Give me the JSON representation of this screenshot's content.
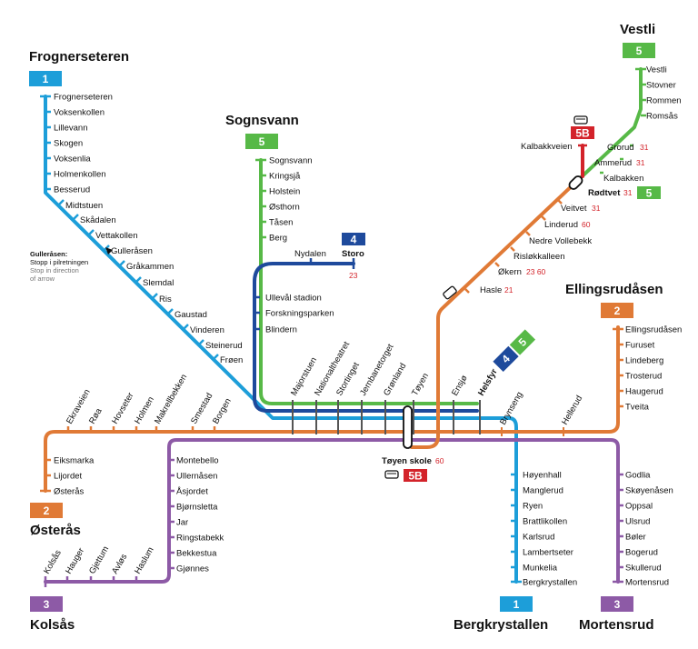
{
  "colors": {
    "line1": "#1d9ed9",
    "line2": "#e07a36",
    "line3": "#8d5aa6",
    "line4": "#1e4a9c",
    "line5": "#57b947",
    "bus": "#d3232a"
  },
  "terminals": {
    "frognerseteren": "Frognerseteren",
    "sognsvann": "Sognsvann",
    "vestli": "Vestli",
    "ellingsrudasen": "Ellingsrudåsen",
    "osteras": "Østerås",
    "kolsas": "Kolsås",
    "bergkrystallen": "Bergkrystallen",
    "mortensrud": "Mortensrud"
  },
  "line_labels": {
    "l1": "1",
    "l2": "2",
    "l3": "3",
    "l4": "4",
    "l5": "5",
    "bus5b": "5B"
  },
  "note": {
    "line1": "Gulleråsen:",
    "line2": "Stopp i pilretningen",
    "line3": "Stop in direction",
    "line4": "of arrow"
  },
  "line1_stations": [
    "Frognerseteren",
    "Voksenkollen",
    "Lillevann",
    "Skogen",
    "Voksenlia",
    "Holmenkollen",
    "Besserud",
    "Midtstuen",
    "Skådalen",
    "Vettakollen",
    "Gulleråsen",
    "Gråkammen",
    "Slemdal",
    "Ris",
    "Gaustad",
    "Vinderen",
    "Steinerud",
    "Frøen"
  ],
  "line5_stations": [
    "Sognsvann",
    "Kringsjå",
    "Holstein",
    "Østhorn",
    "Tåsen",
    "Berg"
  ],
  "line4_branch": {
    "nydalen": "Nydalen",
    "storo": "Storo",
    "storo_bus": "23"
  },
  "common_west": [
    "Ullevål stadion",
    "Forskningsparken",
    "Blindern"
  ],
  "vestli_stations": [
    "Vestli",
    "Stovner",
    "Rommen",
    "Romsås"
  ],
  "east_stations": [
    {
      "name": "Grorud",
      "bus": "31"
    },
    {
      "name": "Ammerud",
      "bus": "31"
    },
    {
      "name": "Kalbakken",
      "bus": ""
    },
    {
      "name": "Rødtvet",
      "bus": "31"
    },
    {
      "name": "Veitvet",
      "bus": "31"
    },
    {
      "name": "Linderud",
      "bus": "60"
    },
    {
      "name": "Nedre Vollebekk",
      "bus": ""
    },
    {
      "name": "Risløkkalleen",
      "bus": ""
    },
    {
      "name": "Økern",
      "bus": "23 60"
    },
    {
      "name": "Hasle",
      "bus": "21"
    }
  ],
  "kalbakkveien": "Kalbakkveien",
  "ellingsrud_stations": [
    "Ellingsrudåsen",
    "Furuset",
    "Lindeberg",
    "Trosterud",
    "Haugerud",
    "Tveita"
  ],
  "trunk_stations": [
    "Majorstuen",
    "Nationaltheatret",
    "Stortinget",
    "Jernbanetorget",
    "Grønland",
    "Tøyen",
    "Ensjø",
    "Helsfyr",
    "Brynseng",
    "Hellerud"
  ],
  "west_row": [
    "Ekraveien",
    "Røa",
    "Hovseter",
    "Holmen",
    "Makrellbekken",
    "Smestad",
    "Borgen"
  ],
  "osteras_stations": [
    "Eiksmarka",
    "Lijordet",
    "Østerås"
  ],
  "kolsas_mid": [
    "Montebello",
    "Ullernåsen",
    "Åsjordet",
    "Bjørnsletta",
    "Jar",
    "Ringstabekk",
    "Bekkestua",
    "Gjønnes"
  ],
  "kolsas_bottom": [
    "Kolsås",
    "Hauger",
    "Gjettum",
    "Avløs",
    "Haslum"
  ],
  "toyen_skole": {
    "name": "Tøyen skole",
    "bus": "60"
  },
  "bergkrystallen_stations": [
    "Høyenhall",
    "Manglerud",
    "Ryen",
    "Brattlikollen",
    "Karlsrud",
    "Lambertseter",
    "Munkelia",
    "Bergkrystallen"
  ],
  "mortensrud_stations": [
    "Godlia",
    "Skøyenåsen",
    "Oppsal",
    "Ulsrud",
    "Bøler",
    "Bogerud",
    "Skullerud",
    "Mortensrud"
  ]
}
